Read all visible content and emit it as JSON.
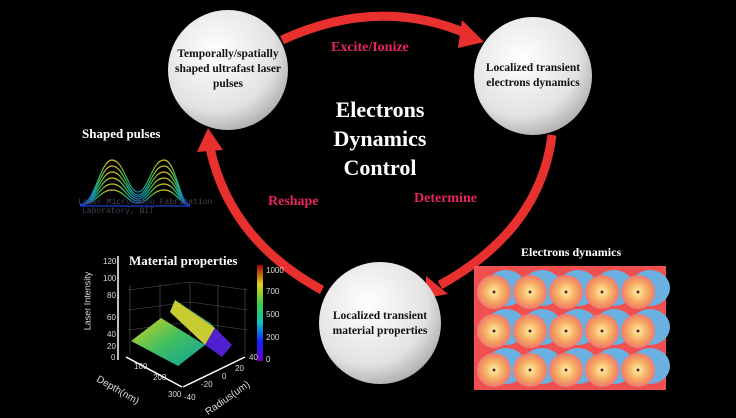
{
  "center_title": [
    "Electrons",
    "Dynamics",
    "Control"
  ],
  "nodes": {
    "top_left": "Temporally/spatially shaped ultrafast laser pulses",
    "top_right": "Localized transient electrons dynamics",
    "bottom": "Localized transient material properties"
  },
  "arrows": {
    "top": "Excite/Ionize",
    "right": "Determine",
    "left": "Reshape"
  },
  "colors": {
    "arrow": "#e8302f",
    "arrow_label": "#e8245c",
    "node": "#e6e6e6"
  },
  "panels": {
    "shaped_pulses": {
      "title": "Shaped pulses",
      "watermark": [
        "Laser Micro/Nano Fabrication",
        "Laboratory, BIT"
      ]
    },
    "material_properties": {
      "title": "Material properties",
      "z_label": "Laser Intensity",
      "z_ticks": [
        "120",
        "100",
        "80",
        "60",
        "40",
        "20",
        "0"
      ],
      "x_label": "Depth(nm)",
      "x_ticks": [
        "100",
        "200",
        "300"
      ],
      "y_label": "Radius(um)",
      "y_ticks": [
        "-40",
        "-20",
        "0",
        "20",
        "40"
      ],
      "colorbar_ticks": [
        "1000",
        "700",
        "500",
        "200",
        "0"
      ]
    },
    "electrons_dynamics": {
      "title": "Electrons dynamics"
    }
  }
}
